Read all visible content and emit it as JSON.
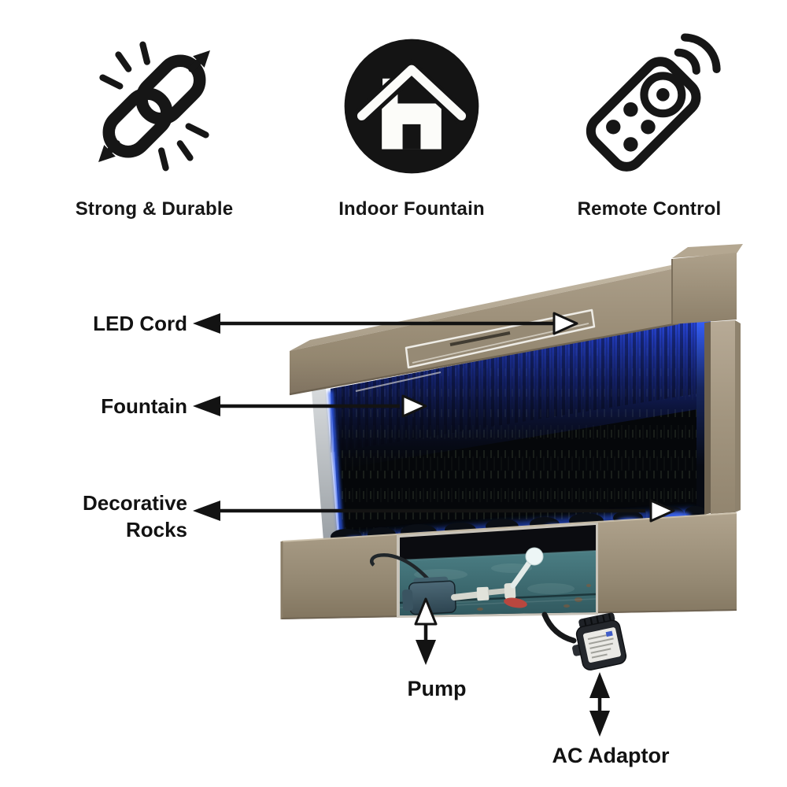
{
  "features": [
    {
      "label": "Strong & Durable",
      "icon": "chain-link-icon"
    },
    {
      "label": "Indoor Fountain",
      "icon": "house-icon"
    },
    {
      "label": "Remote Control",
      "icon": "remote-control-icon"
    }
  ],
  "callouts": {
    "led_cord": "LED Cord",
    "fountain": "Fountain",
    "decorative_rocks": "Decorative Rocks",
    "pump": "Pump",
    "ac_adaptor": "AC Adaptor"
  },
  "colors": {
    "background": "#ffffff",
    "icon_black": "#141414",
    "label_text": "#121212",
    "arrow_black": "#131313",
    "metal_frame": "#a79b86",
    "led_blue": "#2b58f5",
    "water_wall_dark": "#05070a",
    "basin_water_teal": "#3f6f75"
  }
}
